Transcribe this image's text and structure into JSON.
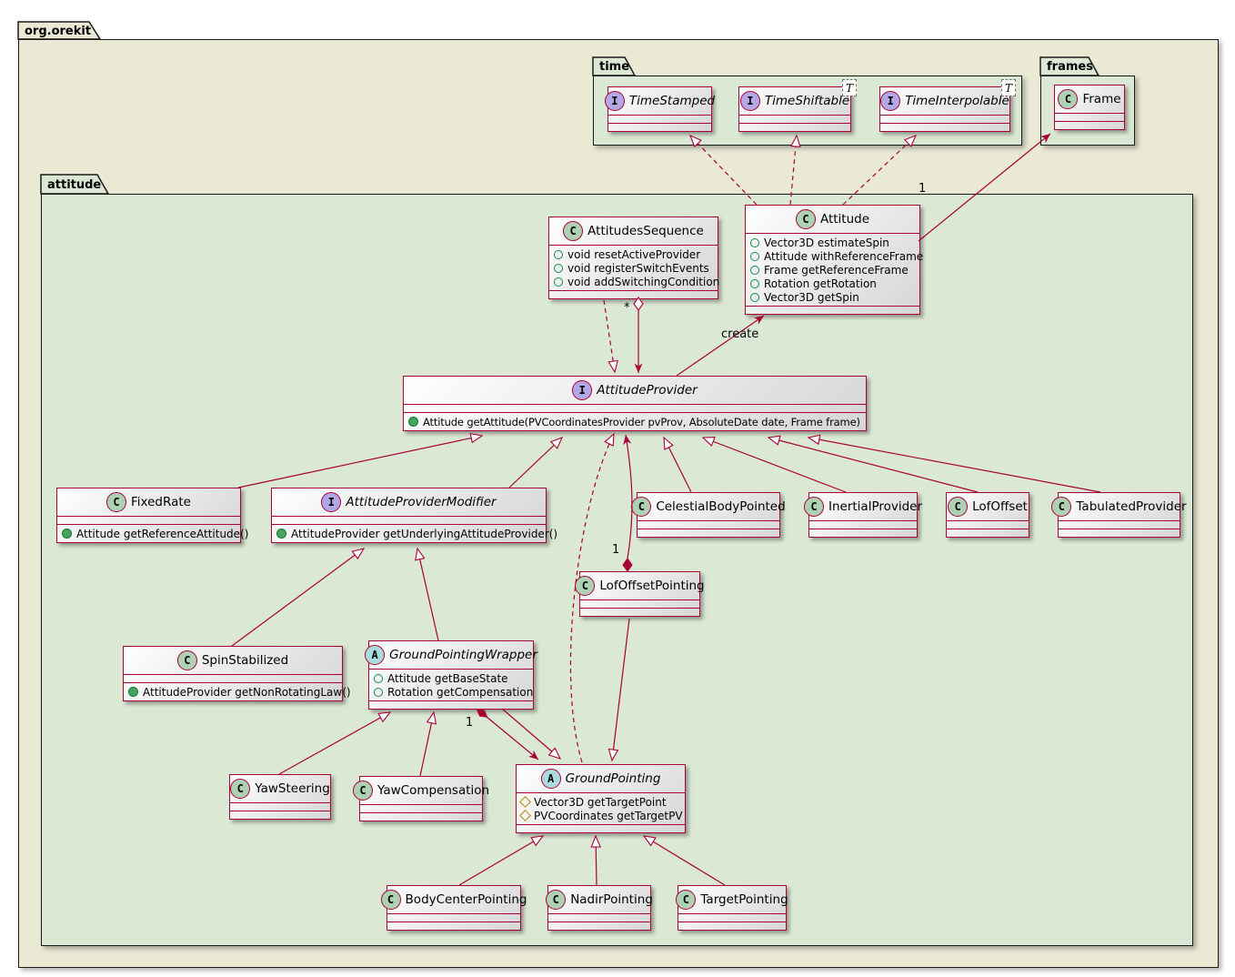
{
  "diagram": {
    "packages": {
      "root": {
        "label": "org.orekit"
      },
      "time": {
        "label": "time"
      },
      "frames": {
        "label": "frames"
      },
      "attitude": {
        "label": "attitude"
      }
    },
    "badges": {
      "class": "C",
      "interface": "I",
      "abstract": "A"
    },
    "generic_param": "T",
    "classes": {
      "timeStamped": {
        "name": "TimeStamped"
      },
      "timeShiftable": {
        "name": "TimeShiftable"
      },
      "timeInterpolable": {
        "name": "TimeInterpolable"
      },
      "frame": {
        "name": "Frame"
      },
      "attitudesSequence": {
        "name": "AttitudesSequence",
        "members": [
          "void resetActiveProvider",
          "void registerSwitchEvents",
          "void addSwitchingCondition"
        ]
      },
      "attitude": {
        "name": "Attitude",
        "members": [
          "Vector3D estimateSpin",
          "Attitude withReferenceFrame",
          "Frame getReferenceFrame",
          "Rotation getRotation",
          "Vector3D getSpin"
        ]
      },
      "attitudeProvider": {
        "name": "AttitudeProvider",
        "members": [
          "Attitude getAttitude(PVCoordinatesProvider pvProv, AbsoluteDate date, Frame frame)"
        ]
      },
      "fixedRate": {
        "name": "FixedRate",
        "members": [
          "Attitude getReferenceAttitude()"
        ]
      },
      "attitudeProviderModifier": {
        "name": "AttitudeProviderModifier",
        "members": [
          "AttitudeProvider getUnderlyingAttitudeProvider()"
        ]
      },
      "celestialBodyPointed": {
        "name": "CelestialBodyPointed"
      },
      "inertialProvider": {
        "name": "InertialProvider"
      },
      "lofOffset": {
        "name": "LofOffset"
      },
      "tabulatedProvider": {
        "name": "TabulatedProvider"
      },
      "lofOffsetPointing": {
        "name": "LofOffsetPointing"
      },
      "spinStabilized": {
        "name": "SpinStabilized",
        "members": [
          "AttitudeProvider getNonRotatingLaw()"
        ]
      },
      "groundPointingWrapper": {
        "name": "GroundPointingWrapper",
        "members": [
          "Attitude getBaseState",
          "Rotation getCompensation"
        ]
      },
      "yawSteering": {
        "name": "YawSteering"
      },
      "yawCompensation": {
        "name": "YawCompensation"
      },
      "groundPointing": {
        "name": "GroundPointing",
        "members": [
          "Vector3D getTargetPoint",
          "PVCoordinates getTargetPV"
        ]
      },
      "bodyCenterPointing": {
        "name": "BodyCenterPointing"
      },
      "nadirPointing": {
        "name": "NadirPointing"
      },
      "targetPointing": {
        "name": "TargetPointing"
      }
    },
    "edge_labels": {
      "create": "create",
      "attitude_frame_multiplicity": "1",
      "sequence_provider_multiplicity": "*",
      "lofoffsetpointing_provider_multiplicity": "1",
      "wrapper_groundpointing_multiplicity": "1"
    },
    "colors": {
      "root_package_fill": "#E9E9D4",
      "inner_package_fill": "#DBE8D4",
      "box_border": "#A80036",
      "class_badge": "#ADD1B2",
      "interface_badge": "#B4A7E5",
      "abstract_badge": "#A9DCDF"
    }
  }
}
